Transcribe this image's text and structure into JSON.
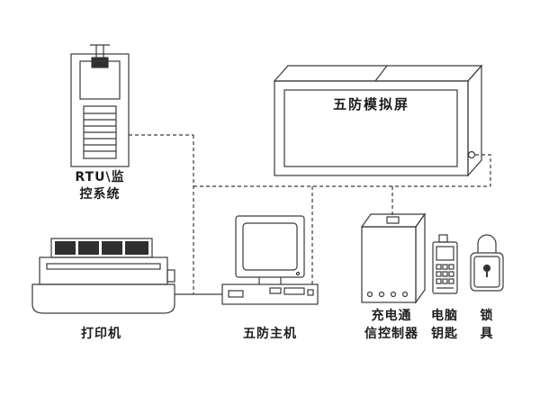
{
  "canvas": {
    "background": "#ffffff",
    "line_color": "#3a3a3a",
    "fill_dark": "#2f2f2f"
  },
  "nodes": {
    "rtu": {
      "label_lines": [
        "RTU\\监",
        "控系统"
      ]
    },
    "mimic_panel": {
      "label": "五防模拟屏"
    },
    "printer": {
      "label": "打印机"
    },
    "host": {
      "label": "五防主机"
    },
    "controller": {
      "label_lines": [
        "充电通",
        "信控制器"
      ]
    },
    "computer_key": {
      "label_lines": [
        "电脑",
        "钥匙"
      ]
    },
    "lock": {
      "label_lines": [
        "锁",
        "具"
      ]
    }
  }
}
